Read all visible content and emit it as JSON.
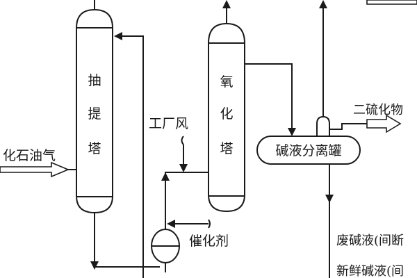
{
  "equipment": {
    "extraction_tower": "抽提塔",
    "oxidation_tower": "氧化塔",
    "separator_tank": "碱液分离罐"
  },
  "streams": {
    "feed_gas": "化石油气",
    "plant_air": "工厂风",
    "catalyst": "催化剂",
    "disulfide": "二硫化物",
    "spent_caustic": "废碱液(间断",
    "fresh_caustic": "新鲜碱液(间"
  }
}
